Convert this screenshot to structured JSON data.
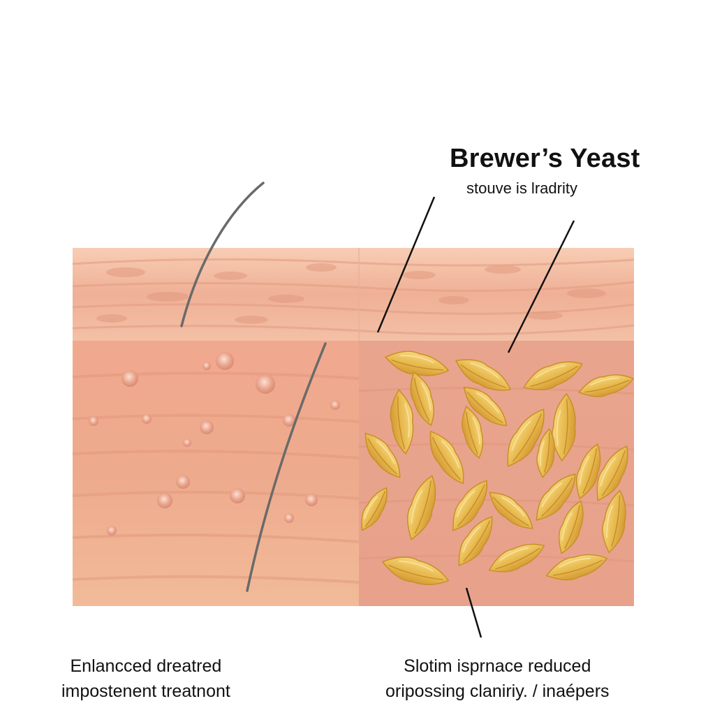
{
  "diagram": {
    "title": "Brewer’s Yeast",
    "subtitle": "stouve is lradrity",
    "left_caption": [
      "Enlancced dreatred",
      "impostenent treatnont"
    ],
    "right_caption": [
      "Slotim isprnace reduced",
      "oripossing claniriy. / inaépers"
    ]
  },
  "colors": {
    "background": "#ffffff",
    "skin_base": "#eca58c",
    "skin_light": "#f5c3a8",
    "skin_dark": "#dc8a72",
    "yeast_fill": "#e7b84d",
    "yeast_edge": "#c9902a",
    "hair": "#666666",
    "leader_line": "#111111",
    "text": "#111111"
  },
  "icons": [
    "hair-strand-icon",
    "pore-bump-icon",
    "yeast-grain-icon"
  ]
}
